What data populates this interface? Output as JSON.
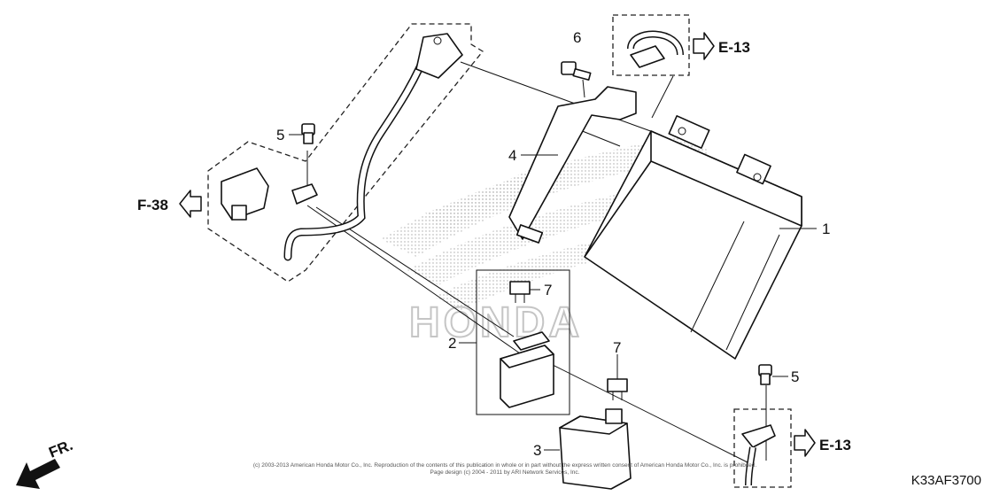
{
  "diagram": {
    "parts": [
      {
        "id": "1",
        "label": "1"
      },
      {
        "id": "2",
        "label": "2"
      },
      {
        "id": "3",
        "label": "3"
      },
      {
        "id": "4",
        "label": "4"
      },
      {
        "id": "5a",
        "label": "5"
      },
      {
        "id": "5b",
        "label": "5"
      },
      {
        "id": "6",
        "label": "6"
      },
      {
        "id": "7a",
        "label": "7"
      },
      {
        "id": "7b",
        "label": "7"
      }
    ],
    "references": {
      "e13_top": "E-13",
      "e13_bottom": "E-13",
      "f38": "F-38",
      "front": "FR."
    },
    "diagram_code": "K33AF3700",
    "copyright_line1": "(c) 2003-2013 American Honda Motor Co., Inc. Reproduction of the contents of this publication in whole or in part without the express written consent of American Honda Motor Co., Inc. is prohibited.",
    "copyright_line2": "Page design (c) 2004 - 2011 by ARI Network Services, Inc.",
    "watermark": "HONDA",
    "colors": {
      "line": "#111111",
      "watermark": "#bbbbbb"
    }
  }
}
